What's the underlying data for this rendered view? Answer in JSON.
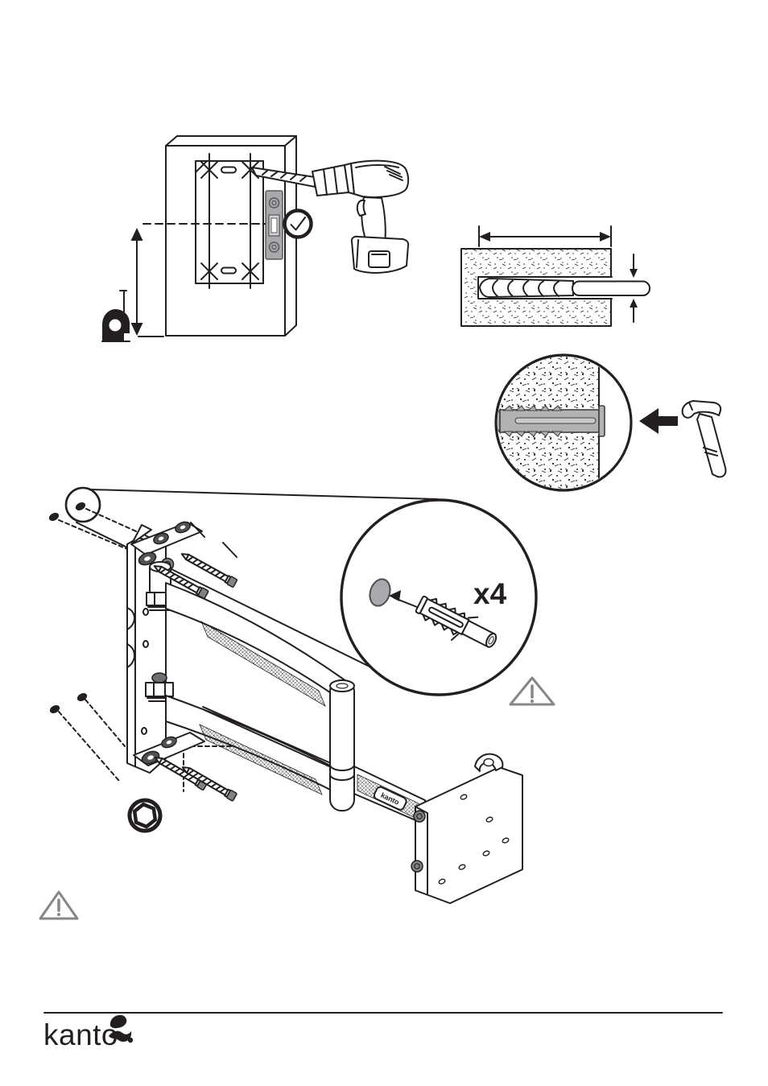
{
  "page": {
    "background": "#ffffff",
    "ink_color": "#231f20",
    "gray_color": "#939598",
    "anchor_gray": "#a7a9ac",
    "warning_gray": "#85878a"
  },
  "detail_callout": {
    "quantity_label": "x4"
  },
  "mount_assembly": {
    "arm_brand_label": "kanto"
  },
  "footer": {
    "logo_text": "kanto"
  },
  "icons": {
    "tape_measure": "tape-measure-icon",
    "bubble_level": "bubble-level-icon",
    "check_circle": "check-circle-icon",
    "cordless_drill": "cordless-drill-icon",
    "drill_bit": "drill-bit-icon",
    "claw_hammer": "hammer-icon",
    "wall_anchor": "wall-anchor-icon",
    "warning_triangle": "warning-triangle-icon",
    "hex_socket": "hex-socket-icon",
    "kanto_leaf": "kanto-leaf-logo-icon"
  }
}
